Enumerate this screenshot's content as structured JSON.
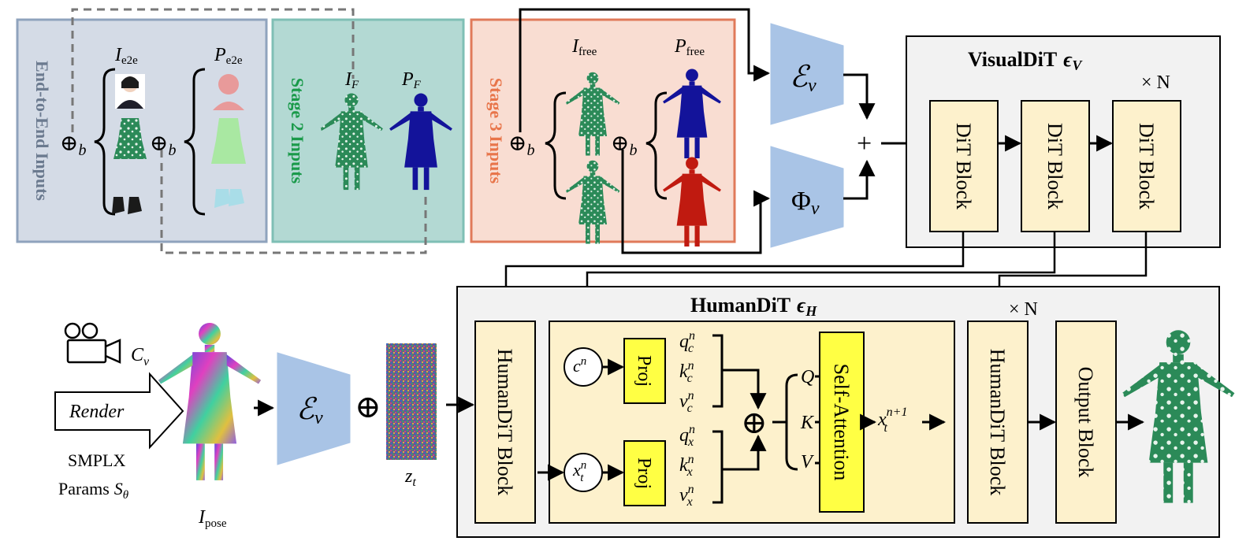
{
  "inputs": {
    "e2e_title": "End-to-End Inputs",
    "stage2_title": "Stage 2 Inputs",
    "stage3_title": "Stage 3 Inputs",
    "concat_symbol": "⊕",
    "concat_sub": "b",
    "I": "I",
    "P": "P",
    "sub_e2e": "e2e",
    "sub_F": "F",
    "sub_free": "free"
  },
  "encoders": {
    "visual_encoder": "ℰ",
    "visual_sub": "v",
    "camera_encoder": "Φ",
    "camera_sub": "v",
    "plus": "+"
  },
  "visual_dit": {
    "title": "VisualDiT",
    "symbol": "ϵ",
    "symbol_sub": "V",
    "repeat": "× N",
    "blocks": [
      "DiT Block",
      "DiT Block",
      "DiT Block"
    ]
  },
  "human_dit": {
    "title": "HumanDiT",
    "symbol": "ϵ",
    "symbol_sub": "H",
    "repeat": "× N",
    "block_left": "HumanDiT Block",
    "block_right": "HumanDiT Block",
    "output_block": "Output Block",
    "cond": "c",
    "x": "x",
    "n": "n",
    "t": "t",
    "proj": "Proj",
    "q": "q",
    "k": "k",
    "v": "v",
    "sub_c": "c",
    "sub_x": "x",
    "Q": "Q",
    "K": "K",
    "V": "V",
    "attention": "Self-Attention",
    "next_sup": "n+1"
  },
  "pose": {
    "camera_symbol": "C",
    "camera_sub": "v",
    "render": "Render",
    "smplx_line1": "SMPLX",
    "smplx_line2": "Params",
    "smplx_symbol": "S",
    "smplx_sub": "θ",
    "pose_symbol": "I",
    "pose_sub": "pose",
    "noise_symbol": "z",
    "noise_sub": "t",
    "concat_symbol": "⊕"
  },
  "colors": {
    "e2e_bg": "#d4dbe6",
    "e2e_border": "#8fa3bd",
    "e2e_text": "#6b7a8f",
    "stage2_bg": "#b3d9d3",
    "stage2_border": "#7fbfb5",
    "stage2_text": "#1a9a4a",
    "stage3_bg": "#f9ddd2",
    "stage3_border": "#e07a5a",
    "stage3_text": "#e8754a",
    "encoder_fill": "#a9c4e6",
    "block_fill": "#fdf1cc",
    "panel_fill": "#f2f2f2",
    "proj_fill": "#ffff44",
    "pose_blue": "#13139a",
    "pose_red": "#c01a10",
    "dress_green": "#2b8a58"
  }
}
